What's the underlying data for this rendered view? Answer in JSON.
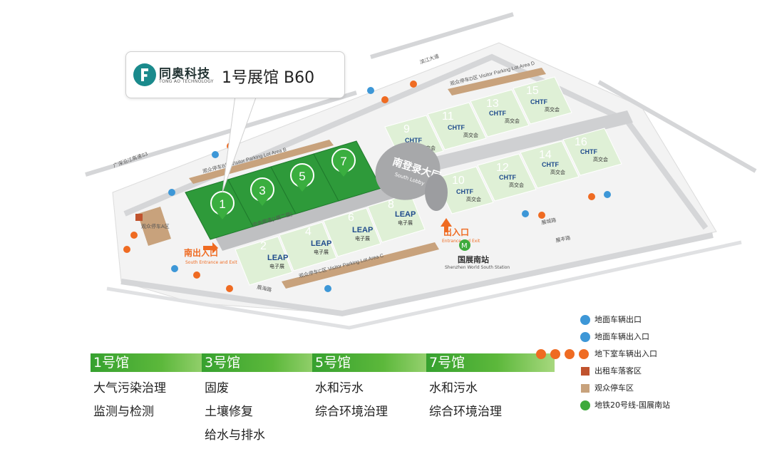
{
  "callout": {
    "logo_cn": "同奥科技",
    "logo_en": "TONG AO TECHNOLOGY",
    "text": "1号展馆 B60"
  },
  "map": {
    "highlight_halls": [
      "1",
      "3",
      "5",
      "7"
    ],
    "leap_halls": [
      {
        "num": "2",
        "brand": "LEAP",
        "sub": "电子展"
      },
      {
        "num": "4",
        "brand": "LEAP",
        "sub": "电子展"
      },
      {
        "num": "6",
        "brand": "LEAP",
        "sub": "电子展"
      },
      {
        "num": "8",
        "brand": "LEAP",
        "sub": "电子展"
      }
    ],
    "chtf_halls": [
      {
        "num": "9",
        "brand": "CHTF",
        "sub": "高交会"
      },
      {
        "num": "10",
        "brand": "CHTF",
        "sub": "高交会"
      },
      {
        "num": "11",
        "brand": "CHTF",
        "sub": "高交会"
      },
      {
        "num": "12",
        "brand": "CHTF",
        "sub": "高交会"
      },
      {
        "num": "13",
        "brand": "CHTF",
        "sub": "高交会"
      },
      {
        "num": "14",
        "brand": "CHTF",
        "sub": "高交会"
      },
      {
        "num": "15",
        "brand": "CHTF",
        "sub": "高交会"
      },
      {
        "num": "16",
        "brand": "CHTF",
        "sub": "高交会"
      }
    ],
    "south_lobby_cn": "南登录大厅",
    "south_lobby_en": "South Lobby",
    "south_entrance_cn": "南出入口",
    "south_entrance_en": "South Entrance and Exit",
    "entrance_cn": "出入口",
    "entrance_en": "Entrance and Exit",
    "station_cn": "国展南站",
    "station_en": "Shenzhen World South Station",
    "visitor_parking_top": "观众停车B区 Visitor Parking Lot Area B",
    "visitor_parking_c": "观众停车C区 Visitor Parking Lot Area C",
    "visitor_parking_d": "观众停车D区 Visitor Parking Lot Area D",
    "visitor_parking_a": "观众停车A区",
    "road_center": "中央廊道(1楼二层)",
    "road_zhanhai": "展海路",
    "road_zhancheng": "展城路",
    "road_zhanjiang": "滨江大道",
    "road_ring": "广深沿江高速S3",
    "road_pingshun": "展丰路"
  },
  "halls": [
    {
      "title": "1号馆",
      "items": [
        "大气污染治理",
        "监测与检测"
      ]
    },
    {
      "title": "3号馆",
      "items": [
        "固废",
        "土壤修复",
        "给水与排水"
      ]
    },
    {
      "title": "5号馆",
      "items": [
        "水和污水",
        "综合环境治理"
      ]
    },
    {
      "title": "7号馆",
      "items": [
        "水和污水",
        "综合环境治理"
      ]
    }
  ],
  "legend": [
    {
      "icon": "up-arrow-blue-icon",
      "label": "地面车辆出口"
    },
    {
      "icon": "both-arrow-blue-icon",
      "label": "地面车辆出入口"
    },
    {
      "icon": "orange-arrows-icon",
      "label": "地下室车辆出入口"
    },
    {
      "icon": "taxi-square-icon",
      "label": "出租车落客区"
    },
    {
      "icon": "parking-square-icon",
      "label": "观众停车区"
    },
    {
      "icon": "metro-icon",
      "label": "地铁20号线-国展南站"
    }
  ],
  "colors": {
    "hall_green": "#2e9a3a",
    "hall_light": "#dff0d6",
    "road_gray": "#c9cacc",
    "lobby_gray": "#a7a8aa",
    "parking_tan": "#c8a27c",
    "orange": "#ef6b22",
    "blue": "#3d97d7",
    "taxi_brown": "#c0532e"
  }
}
